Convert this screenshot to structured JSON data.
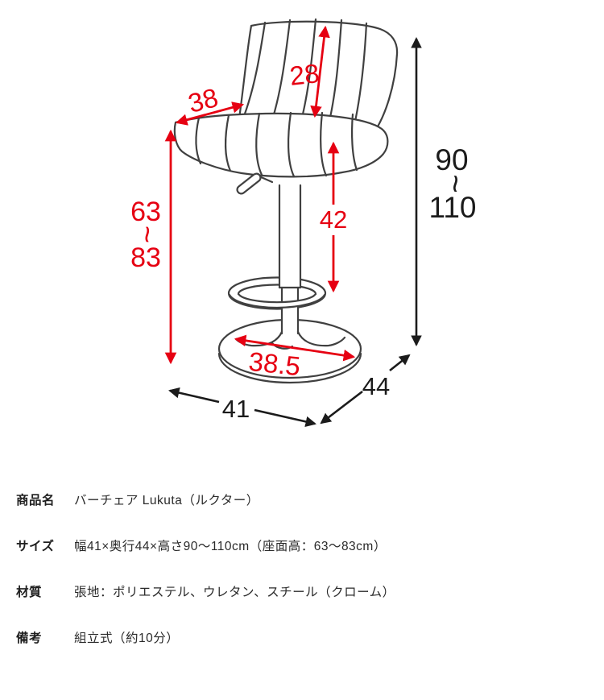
{
  "diagram": {
    "labels": {
      "seat_depth": "38",
      "backrest_height": "28",
      "seat_height_min": "63",
      "seat_height_max": "83",
      "range_tilde": "~",
      "footrest_to_seat": "42",
      "total_height_min": "90",
      "total_height_max": "110",
      "base_diameter": "38.5",
      "total_width": "41",
      "total_depth": "44"
    },
    "colors": {
      "dimension_red": "#e60012",
      "dimension_black": "#1b1b1b",
      "chair_line": "#404040"
    }
  },
  "spec_table": {
    "rows": [
      {
        "label": "商品名",
        "value": "バーチェア Lukuta（ルクター）"
      },
      {
        "label": "サイズ",
        "value": "幅41×奥行44×高さ90～110cm（座面高：63～83cm）"
      },
      {
        "label": "材質",
        "value": "張地：ポリエステル、ウレタン、スチール（クローム）"
      },
      {
        "label": "備考",
        "value": "組立式（約10分）"
      }
    ]
  }
}
